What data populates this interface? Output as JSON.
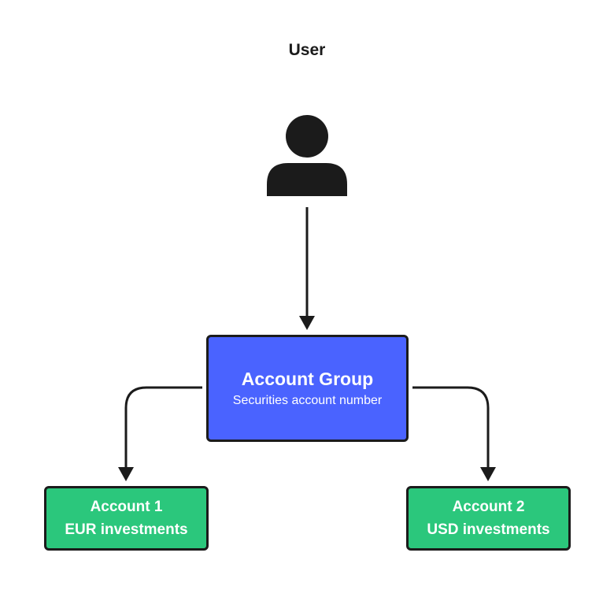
{
  "diagram": {
    "user_label": "User",
    "group": {
      "title": "Account Group",
      "subtitle": "Securities account number"
    },
    "accounts": [
      {
        "name": "Account 1",
        "detail": "EUR investments"
      },
      {
        "name": "Account 2",
        "detail": "USD investments"
      }
    ]
  },
  "colors": {
    "group_fill": "#4a63ff",
    "account_fill": "#2bc77c",
    "stroke": "#1b1b1b",
    "icon": "#1b1b1b"
  },
  "icons": {
    "user": "person-icon"
  }
}
